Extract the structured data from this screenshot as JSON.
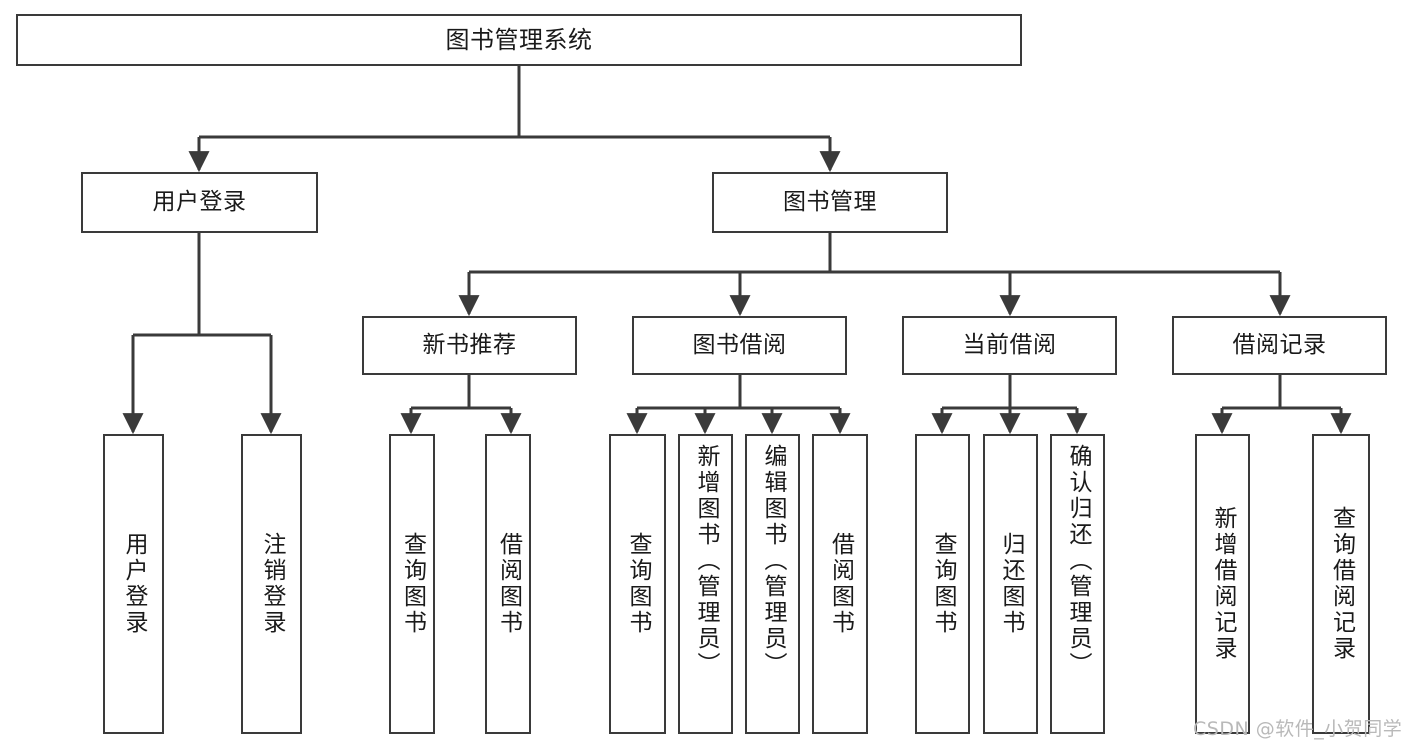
{
  "diagram": {
    "title": "图书管理系统",
    "type": "hierarchy-tree",
    "root": {
      "label": "图书管理系统"
    },
    "level2": [
      {
        "key": "user-login",
        "label": "用户登录"
      },
      {
        "key": "book-manage",
        "label": "图书管理"
      }
    ],
    "level3": [
      {
        "key": "new-book-recommend",
        "label": "新书推荐"
      },
      {
        "key": "book-borrow",
        "label": "图书借阅"
      },
      {
        "key": "current-borrow",
        "label": "当前借阅"
      },
      {
        "key": "borrow-record",
        "label": "借阅记录"
      }
    ],
    "leaves": {
      "user_login": [
        {
          "key": "login",
          "label": "用户登录"
        },
        {
          "key": "logout",
          "label": "注销登录"
        }
      ],
      "new_book_recommend": [
        {
          "key": "query-book",
          "label": "查询图书"
        },
        {
          "key": "borrow-book",
          "label": "借阅图书"
        }
      ],
      "book_borrow": [
        {
          "key": "query-book",
          "label": "查询图书"
        },
        {
          "key": "add-book-admin",
          "label": "新增图书（管理员）"
        },
        {
          "key": "edit-book-admin",
          "label": "编辑图书（管理员）"
        },
        {
          "key": "borrow-book",
          "label": "借阅图书"
        }
      ],
      "current_borrow": [
        {
          "key": "query-book",
          "label": "查询图书"
        },
        {
          "key": "return-book",
          "label": "归还图书"
        },
        {
          "key": "confirm-return-admin",
          "label": "确认归还（管理员）"
        }
      ],
      "borrow_record": [
        {
          "key": "add-borrow-record",
          "label": "新增借阅记录"
        },
        {
          "key": "query-borrow-record",
          "label": "查询借阅记录"
        }
      ]
    },
    "watermark": "CSDN @软件_小贺同学",
    "colors": {
      "stroke": "#3a3a3a",
      "fill": "#ffffff",
      "text": "#1a1a1a",
      "watermark": "#b9b9b9"
    }
  }
}
